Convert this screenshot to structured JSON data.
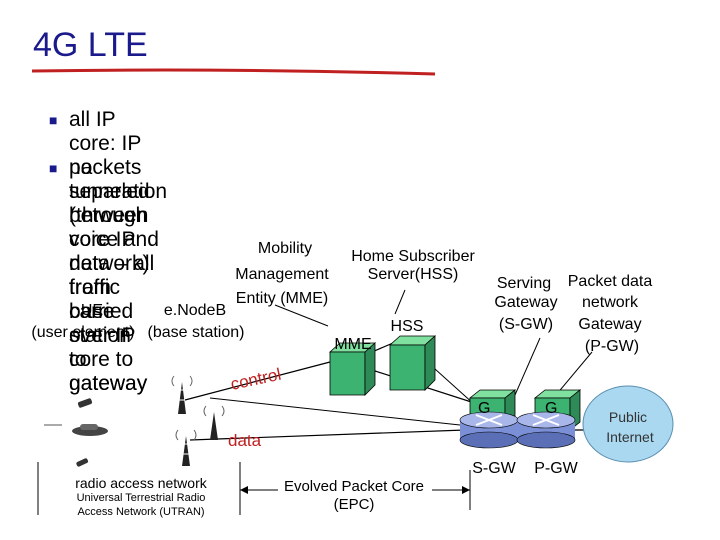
{
  "title": "4G LTE",
  "bullets": [
    {
      "line1": "all IP core: IP packets tunneled (through core IP",
      "line2": "network) from base station to gateway"
    },
    {
      "line1": "no separation between voice and data – all traffic",
      "line2": "carried over IP core to gateway"
    }
  ],
  "labels": {
    "mme_long_1": "Mobility",
    "mme_long_2": "Management",
    "mme_long_3": "Entity (MME)",
    "hss_long_1": "Home Subscriber",
    "hss_long_2": "Server(HSS)",
    "sgw_long_1": "Serving",
    "sgw_long_2": "Gateway",
    "sgw_long_3": "(S-GW)",
    "pgw_long_1": "Packet data",
    "pgw_long_2": "network",
    "pgw_long_3": "Gateway",
    "pgw_long_4": "(P-GW)",
    "ue": "UE",
    "ue_sub": "(user element)",
    "enodeb": "e.NodeB",
    "enodeb_sub": "(base station)",
    "mme": "MME",
    "hss": "HSS",
    "control": "control",
    "data": "data",
    "g1": "G",
    "g2": "G",
    "sgw": "S-GW",
    "pgw": "P-GW",
    "internet_1": "Public",
    "internet_2": "Internet",
    "ran_1": "radio access network",
    "ran_2": "Universal Terrestrial Radio",
    "ran_3": "Access Network (UTRAN)",
    "epc_1": "Evolved Packet Core",
    "epc_2": "(EPC)"
  },
  "colors": {
    "title": "#1a1a8c",
    "building_front": "#3cb371",
    "building_top": "#7fe0a0",
    "router": "#7b8fd6",
    "cloud": "#a9d8f0",
    "control_text": "#c02020",
    "data_text": "#c02020"
  }
}
